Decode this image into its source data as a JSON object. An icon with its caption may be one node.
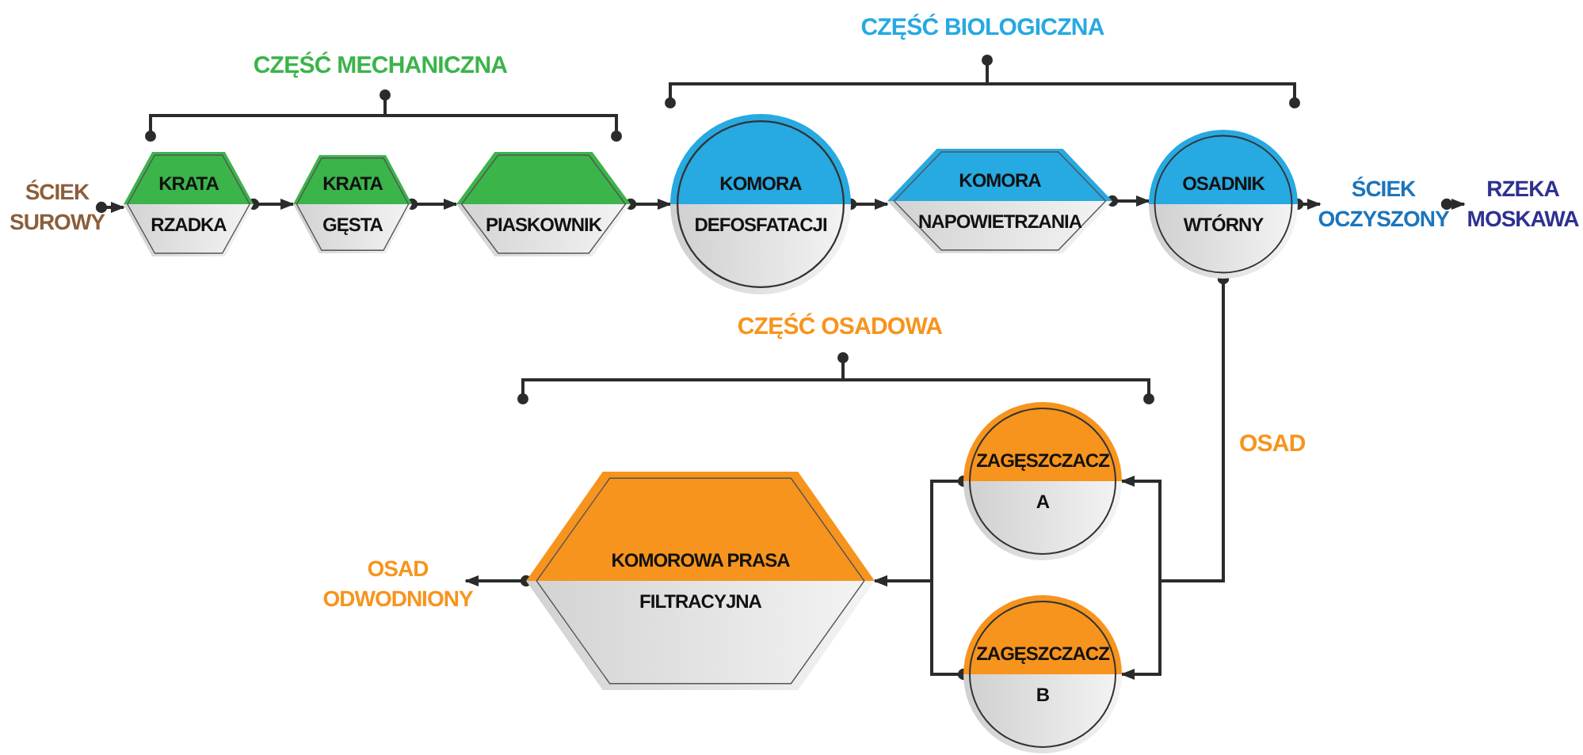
{
  "diagram": {
    "nodes": [
      {
        "text": [
          "ŚCIEK SUROWY"
        ]
      },
      {
        "text": [
          "KRATA",
          "RZADKA"
        ]
      },
      {
        "text": [
          "KRATA",
          "GĘSTA"
        ]
      },
      {
        "text": [
          "PIASKOWNIK"
        ]
      },
      {
        "text": [
          "KOMORA",
          "DEFOSFATACJI"
        ]
      },
      {
        "text": [
          "KOMORA",
          "NAPOWIETRZANIA"
        ]
      },
      {
        "text": [
          "OSADNIK",
          "WTÓRNY"
        ]
      },
      {
        "text": [
          "ŚCIEK OCZYSZONY"
        ]
      },
      {
        "text": [
          "RZEKA MOSKAWA"
        ]
      },
      {
        "text": [
          "ZAGĘSZCZACZ",
          "A"
        ]
      },
      {
        "text": [
          "ZAGĘSZCZACZ",
          "B"
        ]
      },
      {
        "text": [
          "KOMOROWA PRASA",
          "FILTRACYJNA"
        ]
      },
      {
        "text": [
          "OSAD ODWODNIONY"
        ]
      }
    ],
    "edges": [
      {
        "from": 0,
        "to": 1,
        "arrow": "to"
      },
      {
        "from": 1,
        "to": 2,
        "arrow": "to"
      },
      {
        "from": 2,
        "to": 3,
        "arrow": "to"
      },
      {
        "from": 3,
        "to": 4,
        "arrow": "to"
      },
      {
        "from": 4,
        "to": 5,
        "arrow": "to"
      },
      {
        "from": 5,
        "to": 6,
        "arrow": "to"
      },
      {
        "from": 6,
        "to": 7,
        "arrow": "to"
      },
      {
        "from": 7,
        "to": 8,
        "arrow": "to"
      },
      {
        "from": 6,
        "to": 9,
        "arrow": "to",
        "label": "OSAD"
      },
      {
        "from": 6,
        "to": 10,
        "arrow": "to"
      },
      {
        "from": 9,
        "to": 11,
        "arrow": "to"
      },
      {
        "from": 10,
        "to": 11,
        "arrow": "to"
      },
      {
        "from": 11,
        "to": 12,
        "arrow": "to"
      }
    ],
    "labels": [
      "CZĘŚĆ MECHANICZNA",
      "CZĘŚĆ BIOLOGICZNA",
      "CZĘŚĆ OSADOWA"
    ]
  }
}
